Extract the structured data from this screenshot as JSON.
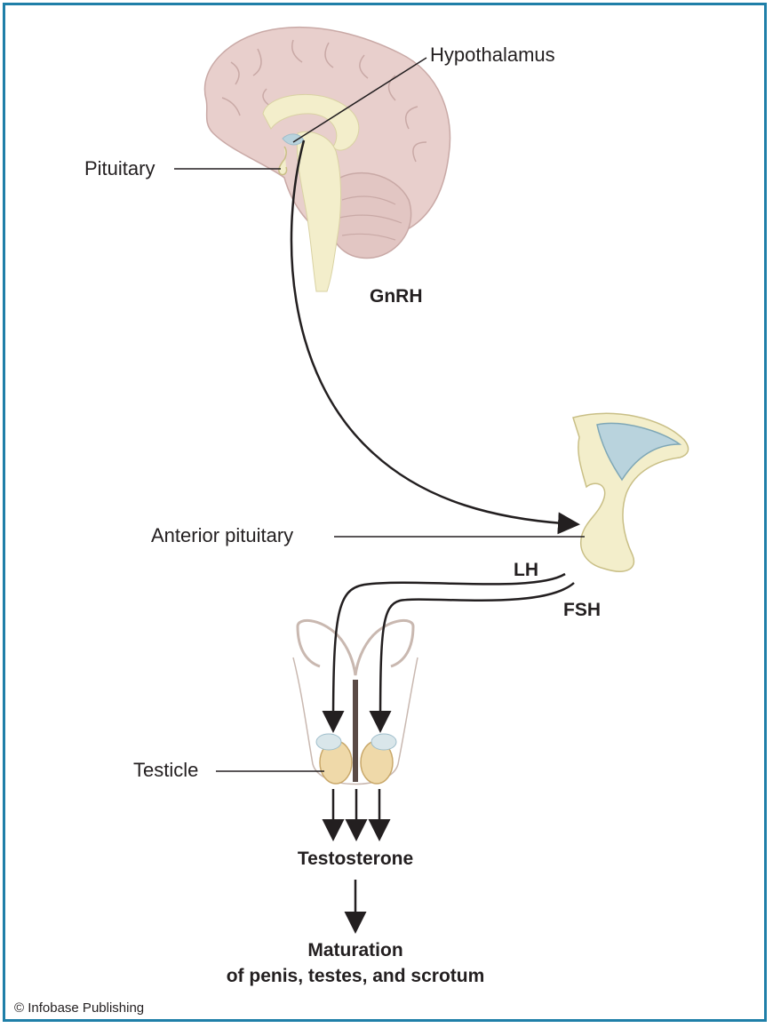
{
  "labels": {
    "hypothalamus": "Hypothalamus",
    "pituitary": "Pituitary",
    "gnrh": "GnRH",
    "anterior_pituitary": "Anterior pituitary",
    "lh": "LH",
    "fsh": "FSH",
    "testicle": "Testicle",
    "testosterone": "Testosterone",
    "maturation_line1": "Maturation",
    "maturation_line2": "of penis, testes, and scrotum"
  },
  "credit": "© Infobase Publishing",
  "colors": {
    "border": "#1f7fa8",
    "brain": "#e8cfcc",
    "brain_stroke": "#c9a9a6",
    "brainstem": "#f3eecb",
    "ventricle": "#b9d3dd",
    "line": "#231f20"
  }
}
